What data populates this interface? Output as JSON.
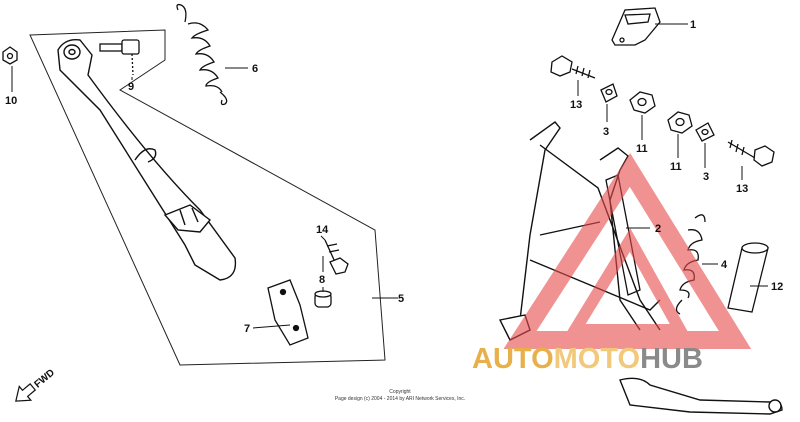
{
  "callouts": [
    {
      "id": "c1",
      "text": "1"
    },
    {
      "id": "c2",
      "text": "2"
    },
    {
      "id": "c3a",
      "text": "3"
    },
    {
      "id": "c3b",
      "text": "3"
    },
    {
      "id": "c4",
      "text": "4"
    },
    {
      "id": "c5",
      "text": "5"
    },
    {
      "id": "c6",
      "text": "6"
    },
    {
      "id": "c7",
      "text": "7"
    },
    {
      "id": "c8",
      "text": "8"
    },
    {
      "id": "c9",
      "text": "9"
    },
    {
      "id": "c10",
      "text": "10"
    },
    {
      "id": "c11a",
      "text": "11"
    },
    {
      "id": "c11b",
      "text": "11"
    },
    {
      "id": "c12",
      "text": "12"
    },
    {
      "id": "c13a",
      "text": "13"
    },
    {
      "id": "c13b",
      "text": "13"
    },
    {
      "id": "c14",
      "text": "14"
    }
  ],
  "fwd_label": "FWD",
  "copyright": {
    "line1": "Copyright",
    "line2": "Page design (c) 2004 - 2014 by ARI Network Services, Inc."
  },
  "watermark": {
    "part1": "AUTO",
    "part2": "MOTO",
    "part3": "HUB",
    "color_primary": "#e8b04a",
    "color_secondary": "#f2c97a",
    "color_hub": "#8a8a8a",
    "logo_color": "#e84a4a"
  }
}
